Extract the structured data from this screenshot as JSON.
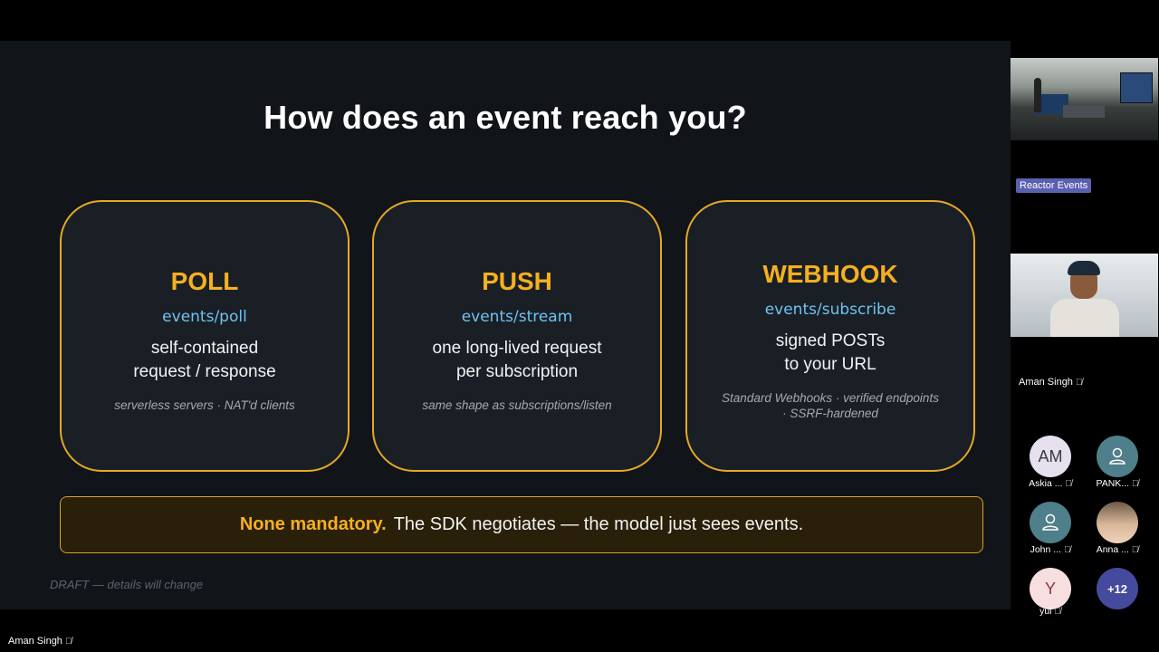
{
  "slide": {
    "title": "How does an event reach you?",
    "cards": [
      {
        "title": "POLL",
        "endpoint": "events/poll",
        "desc_line1": "self-contained",
        "desc_line2": "request / response",
        "note_line1": "serverless servers · NAT'd clients",
        "note_line2": ""
      },
      {
        "title": "PUSH",
        "endpoint": "events/stream",
        "desc_line1": "one long-lived request",
        "desc_line2": "per subscription",
        "note_line1": "same shape as subscriptions/listen",
        "note_line2": ""
      },
      {
        "title": "WEBHOOK",
        "endpoint": "events/subscribe",
        "desc_line1": "signed POSTs",
        "desc_line2": "to your URL",
        "note_line1": "Standard Webhooks · verified endpoints",
        "note_line2": "· SSRF-hardened"
      }
    ],
    "banner": {
      "strong": "None mandatory.",
      "text": "The SDK negotiates — the model just sees events."
    },
    "draft_note": "DRAFT — details will change"
  },
  "sidebar": {
    "badge": "Reactor Events",
    "speaker_name": "Aman Singh",
    "participants": [
      {
        "initials": "AM",
        "name": "Askia ...",
        "avatar": "initials",
        "bg": "#e6e0ef",
        "fg": "#3a3a3a"
      },
      {
        "initials": "",
        "name": "PANK...",
        "avatar": "person-icon",
        "bg": "#4f7f8a",
        "fg": "#ffffff"
      },
      {
        "initials": "",
        "name": "John ...",
        "avatar": "person-icon",
        "bg": "#4f7f8a",
        "fg": "#ffffff"
      },
      {
        "initials": "",
        "name": "Anna ...",
        "avatar": "photo",
        "bg": "#b79a7c",
        "fg": "#ffffff"
      },
      {
        "initials": "Y",
        "name": "yul",
        "avatar": "initials",
        "bg": "#f7dfe0",
        "fg": "#8a3a3a"
      },
      {
        "initials": "+12",
        "name": "",
        "avatar": "count",
        "bg": "#464a9c",
        "fg": "#ffffff"
      }
    ]
  },
  "footer": {
    "presenter_name": "Aman Singh"
  },
  "colors": {
    "accent": "#f5b01f",
    "endpoint": "#6fc2ef",
    "slide_bg": "#111419",
    "badge": "#5b5fb0"
  }
}
